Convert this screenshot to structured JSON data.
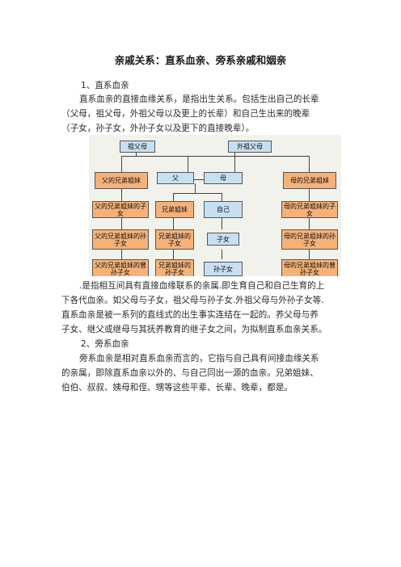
{
  "doc": {
    "title": "亲戚关系：直系血亲、旁系亲戚和姻亲",
    "section1_heading": "1、直系血亲",
    "section1_para_lines": [
      "直系血亲的直接血缘关系，是指出生关系。包括生出自己的长辈",
      "（父母，祖父母，外祖父母以及更上的长辈）和自己生出来的晚辈",
      "（子女，孙子女，外孙子女以及更下的直接晚辈）。"
    ],
    "section1_para2_lines": [
      ".是指相互间具有直接血缘联系的亲属.即生育自己和自己生育的上",
      "下各代血亲。如父母与子女，祖父母与孙子女.外祖父母与外孙子女等.",
      "直系血亲是被一系列的直线式的出生事实连结在一起的。养父母与养",
      "子女、继父或继母与其抚养教育的继子女之间，为拟制直系血亲关系。"
    ],
    "section2_heading": "2、旁系血亲",
    "section2_para_lines": [
      "旁系血亲是相对直系血亲而言的，它指与自己具有间接血缘关系",
      "的亲属，即除直系血亲以外的、与自己同出一源的血亲。兄弟姐妹、",
      "伯伯、叔叔、姨母和侄、甥等这些平辈、长辈、晚辈，都是。"
    ]
  },
  "diagram": {
    "colors": {
      "blue": "#c7dff2",
      "orange": "#f4b27a",
      "background": "#f2f2ec"
    },
    "boxes": {
      "paternal_grandparents": "祖父母",
      "maternal_grandparents": "外祖父母",
      "father_siblings": "父的兄弟姐妹",
      "father": "父",
      "mother": "母",
      "mother_siblings": "母的兄弟姐妹",
      "father_siblings_children": "父的兄弟姐妹的子女",
      "siblings": "兄弟姐妹",
      "self": "自己",
      "mother_siblings_children": "母的兄弟姐妹的子女",
      "father_siblings_grandchildren": "父的兄弟姐妹的孙子女",
      "siblings_children": "兄弟姐妹的子女",
      "children": "子女",
      "mother_siblings_grandchildren": "母的兄弟姐妹的孙子女",
      "father_siblings_great_grandchildren": "父的兄弟姐妹的曾孙子女",
      "siblings_grandchildren": "兄弟姐妹的孙子女",
      "grandchildren": "孙子女",
      "mother_siblings_great_grandchildren": "母的兄弟姐妹的曾孙子女"
    }
  }
}
